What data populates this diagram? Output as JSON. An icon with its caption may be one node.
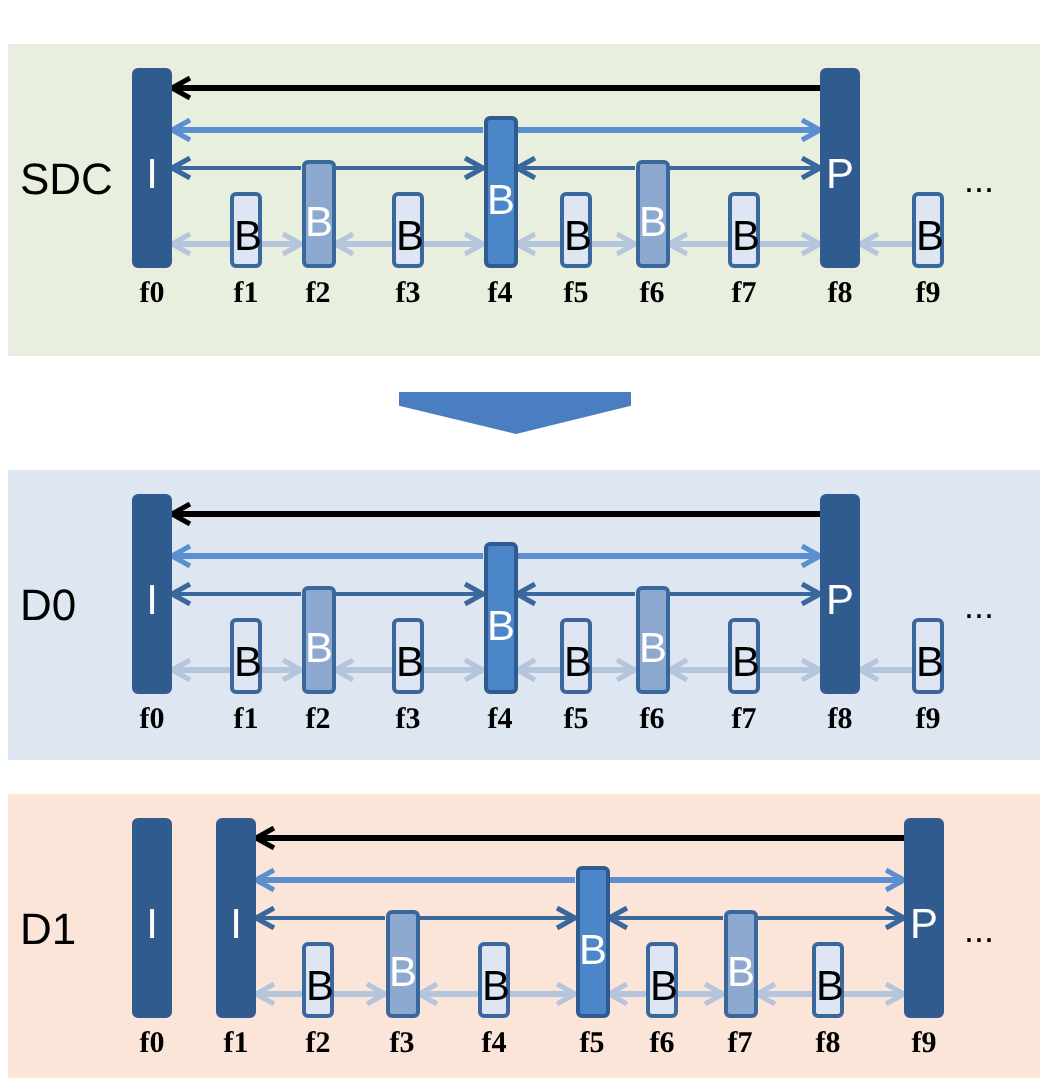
{
  "diagram": {
    "nodes": [
      {
        "text": [
          "SDC"
        ]
      },
      {
        "text": [
          "I"
        ],
        "in": 0,
        "beside": [
          "f0"
        ]
      },
      {
        "text": [
          "B"
        ],
        "in": 0,
        "beside": [
          "f1"
        ]
      },
      {
        "text": [
          "B"
        ],
        "in": 0,
        "beside": [
          "f2"
        ]
      },
      {
        "text": [
          "B"
        ],
        "in": 0,
        "beside": [
          "f3"
        ]
      },
      {
        "text": [
          "B"
        ],
        "in": 0,
        "beside": [
          "f4"
        ]
      },
      {
        "text": [
          "B"
        ],
        "in": 0,
        "beside": [
          "f5"
        ]
      },
      {
        "text": [
          "B"
        ],
        "in": 0,
        "beside": [
          "f6"
        ]
      },
      {
        "text": [
          "B"
        ],
        "in": 0,
        "beside": [
          "f7"
        ]
      },
      {
        "text": [
          "P"
        ],
        "in": 0,
        "beside": [
          "f8"
        ]
      },
      {
        "text": [
          "B"
        ],
        "in": 0,
        "beside": [
          "f9"
        ]
      },
      {
        "text": [
          "D0"
        ]
      },
      {
        "text": [
          "I"
        ],
        "in": 11,
        "beside": [
          "f0"
        ]
      },
      {
        "text": [
          "B"
        ],
        "in": 11,
        "beside": [
          "f1"
        ]
      },
      {
        "text": [
          "B"
        ],
        "in": 11,
        "beside": [
          "f2"
        ]
      },
      {
        "text": [
          "B"
        ],
        "in": 11,
        "beside": [
          "f3"
        ]
      },
      {
        "text": [
          "B"
        ],
        "in": 11,
        "beside": [
          "f4"
        ]
      },
      {
        "text": [
          "B"
        ],
        "in": 11,
        "beside": [
          "f5"
        ]
      },
      {
        "text": [
          "B"
        ],
        "in": 11,
        "beside": [
          "f6"
        ]
      },
      {
        "text": [
          "B"
        ],
        "in": 11,
        "beside": [
          "f7"
        ]
      },
      {
        "text": [
          "P"
        ],
        "in": 11,
        "beside": [
          "f8"
        ]
      },
      {
        "text": [
          "B"
        ],
        "in": 11,
        "beside": [
          "f9"
        ]
      },
      {
        "text": [
          "D1"
        ]
      },
      {
        "text": [
          "I"
        ],
        "in": 22,
        "beside": [
          "f0"
        ]
      },
      {
        "text": [
          "I"
        ],
        "in": 22,
        "beside": [
          "f1"
        ]
      },
      {
        "text": [
          "B"
        ],
        "in": 22,
        "beside": [
          "f2"
        ]
      },
      {
        "text": [
          "B"
        ],
        "in": 22,
        "beside": [
          "f3"
        ]
      },
      {
        "text": [
          "B"
        ],
        "in": 22,
        "beside": [
          "f4"
        ]
      },
      {
        "text": [
          "B"
        ],
        "in": 22,
        "beside": [
          "f5"
        ]
      },
      {
        "text": [
          "B"
        ],
        "in": 22,
        "beside": [
          "f6"
        ]
      },
      {
        "text": [
          "B"
        ],
        "in": 22,
        "beside": [
          "f7"
        ]
      },
      {
        "text": [
          "B"
        ],
        "in": 22,
        "beside": [
          "f8"
        ]
      },
      {
        "text": [
          "P"
        ],
        "in": 22,
        "beside": [
          "f9"
        ]
      }
    ],
    "edges": [
      {
        "from": 9,
        "to": 1,
        "arrow": "to",
        "color": "#000000"
      },
      {
        "from": 5,
        "to": 1,
        "arrow": "to",
        "color": "#5b8fd0"
      },
      {
        "from": 5,
        "to": 9,
        "arrow": "to",
        "color": "#5b8fd0"
      },
      {
        "from": 3,
        "to": 1,
        "arrow": "to",
        "color": "#3a679c"
      },
      {
        "from": 3,
        "to": 5,
        "arrow": "to",
        "color": "#3a679c"
      },
      {
        "from": 7,
        "to": 5,
        "arrow": "to",
        "color": "#3a679c"
      },
      {
        "from": 7,
        "to": 9,
        "arrow": "to",
        "color": "#3a679c"
      },
      {
        "from": 2,
        "to": 1,
        "arrow": "to"
      },
      {
        "from": 2,
        "to": 3,
        "arrow": "to"
      },
      {
        "from": 4,
        "to": 3,
        "arrow": "to"
      },
      {
        "from": 4,
        "to": 5,
        "arrow": "to"
      },
      {
        "from": 6,
        "to": 5,
        "arrow": "to"
      },
      {
        "from": 6,
        "to": 7,
        "arrow": "to"
      },
      {
        "from": 8,
        "to": 7,
        "arrow": "to"
      },
      {
        "from": 8,
        "to": 9,
        "arrow": "to"
      },
      {
        "from": 10,
        "to": 9,
        "arrow": "to"
      },
      {
        "from": 20,
        "to": 12,
        "arrow": "to",
        "color": "#000000"
      },
      {
        "from": 16,
        "to": 12,
        "arrow": "to",
        "color": "#5b8fd0"
      },
      {
        "from": 16,
        "to": 20,
        "arrow": "to",
        "color": "#5b8fd0"
      },
      {
        "from": 14,
        "to": 12,
        "arrow": "to",
        "color": "#3a679c"
      },
      {
        "from": 14,
        "to": 16,
        "arrow": "to",
        "color": "#3a679c"
      },
      {
        "from": 18,
        "to": 16,
        "arrow": "to",
        "color": "#3a679c"
      },
      {
        "from": 18,
        "to": 20,
        "arrow": "to",
        "color": "#3a679c"
      },
      {
        "from": 13,
        "to": 12,
        "arrow": "to"
      },
      {
        "from": 13,
        "to": 14,
        "arrow": "to"
      },
      {
        "from": 15,
        "to": 14,
        "arrow": "to"
      },
      {
        "from": 15,
        "to": 16,
        "arrow": "to"
      },
      {
        "from": 17,
        "to": 16,
        "arrow": "to"
      },
      {
        "from": 17,
        "to": 18,
        "arrow": "to"
      },
      {
        "from": 19,
        "to": 18,
        "arrow": "to"
      },
      {
        "from": 19,
        "to": 20,
        "arrow": "to"
      },
      {
        "from": 21,
        "to": 20,
        "arrow": "to"
      },
      {
        "from": 32,
        "to": 24,
        "arrow": "to",
        "color": "#000000"
      },
      {
        "from": 28,
        "to": 24,
        "arrow": "to",
        "color": "#5b8fd0"
      },
      {
        "from": 28,
        "to": 32,
        "arrow": "to",
        "color": "#5b8fd0"
      },
      {
        "from": 26,
        "to": 24,
        "arrow": "to",
        "color": "#3a679c"
      },
      {
        "from": 26,
        "to": 28,
        "arrow": "to",
        "color": "#3a679c"
      },
      {
        "from": 30,
        "to": 28,
        "arrow": "to",
        "color": "#3a679c"
      },
      {
        "from": 30,
        "to": 32,
        "arrow": "to",
        "color": "#3a679c"
      },
      {
        "from": 25,
        "to": 24,
        "arrow": "to"
      },
      {
        "from": 25,
        "to": 26,
        "arrow": "to"
      },
      {
        "from": 27,
        "to": 26,
        "arrow": "to"
      },
      {
        "from": 27,
        "to": 28,
        "arrow": "to"
      },
      {
        "from": 29,
        "to": 28,
        "arrow": "to"
      },
      {
        "from": 29,
        "to": 30,
        "arrow": "to"
      },
      {
        "from": 31,
        "to": 30,
        "arrow": "to"
      },
      {
        "from": 31,
        "to": 32,
        "arrow": "to"
      },
      {
        "from": 0,
        "to": 11,
        "arrow": "to",
        "style": "thick",
        "color": "#4a7ec0"
      }
    ],
    "labels": [
      "...",
      "...",
      "..."
    ]
  }
}
